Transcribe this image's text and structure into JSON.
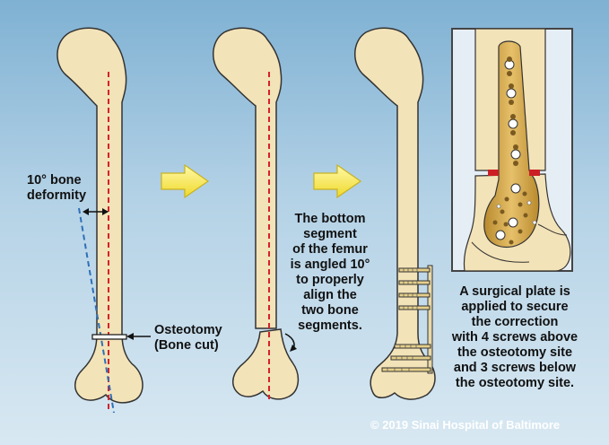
{
  "labels": {
    "deformity": "10° bone\ndeformity",
    "osteotomy": "Osteotomy\n(Bone cut)",
    "bottom_segment": "The bottom\nsegment\nof the femur\nis angled 10°\nto properly\nalign the\ntwo bone\nsegments.",
    "surgical_plate": "A surgical plate is\napplied to secure\nthe correction\nwith 4 screws above\nthe osteotomy site\nand 3 screws below\nthe osteotomy site."
  },
  "copyright": "© 2019 Sinai Hospital of Baltimore",
  "colors": {
    "bone": "#f3e3b8",
    "bone_outline": "#333333",
    "axis_red": "#d6212b",
    "axis_blue": "#2e6fb7",
    "arrow_yellow": "#f6ec5a",
    "plate_gold": "#d6a64a",
    "cut_red": "#cc1f25"
  }
}
